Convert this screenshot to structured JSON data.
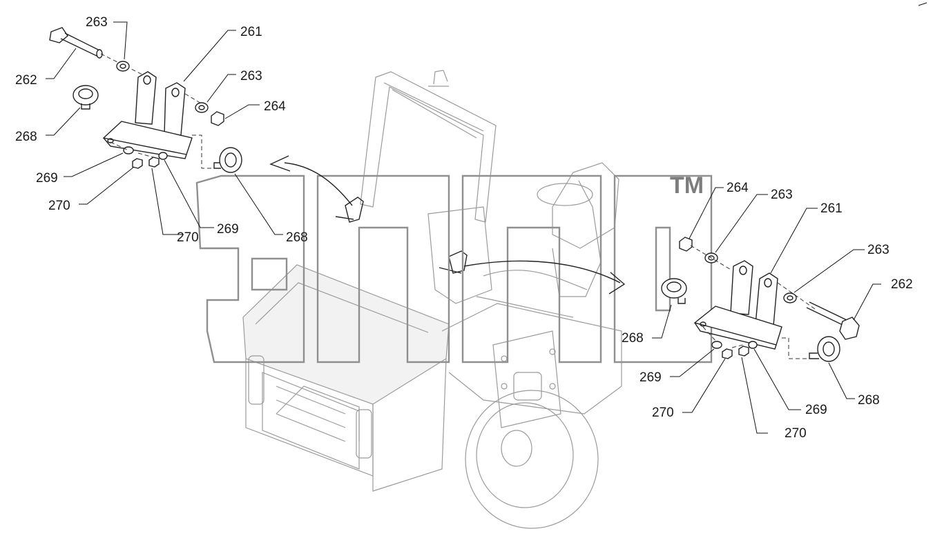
{
  "diagram": {
    "watermark_mark": "TM",
    "callouts_left": [
      "263",
      "261",
      "262",
      "263",
      "264",
      "268",
      "269",
      "270",
      "270",
      "269",
      "268"
    ],
    "callouts_right": [
      "264",
      "263",
      "261",
      "263",
      "262",
      "268",
      "269",
      "270",
      "270",
      "269",
      "268"
    ]
  }
}
